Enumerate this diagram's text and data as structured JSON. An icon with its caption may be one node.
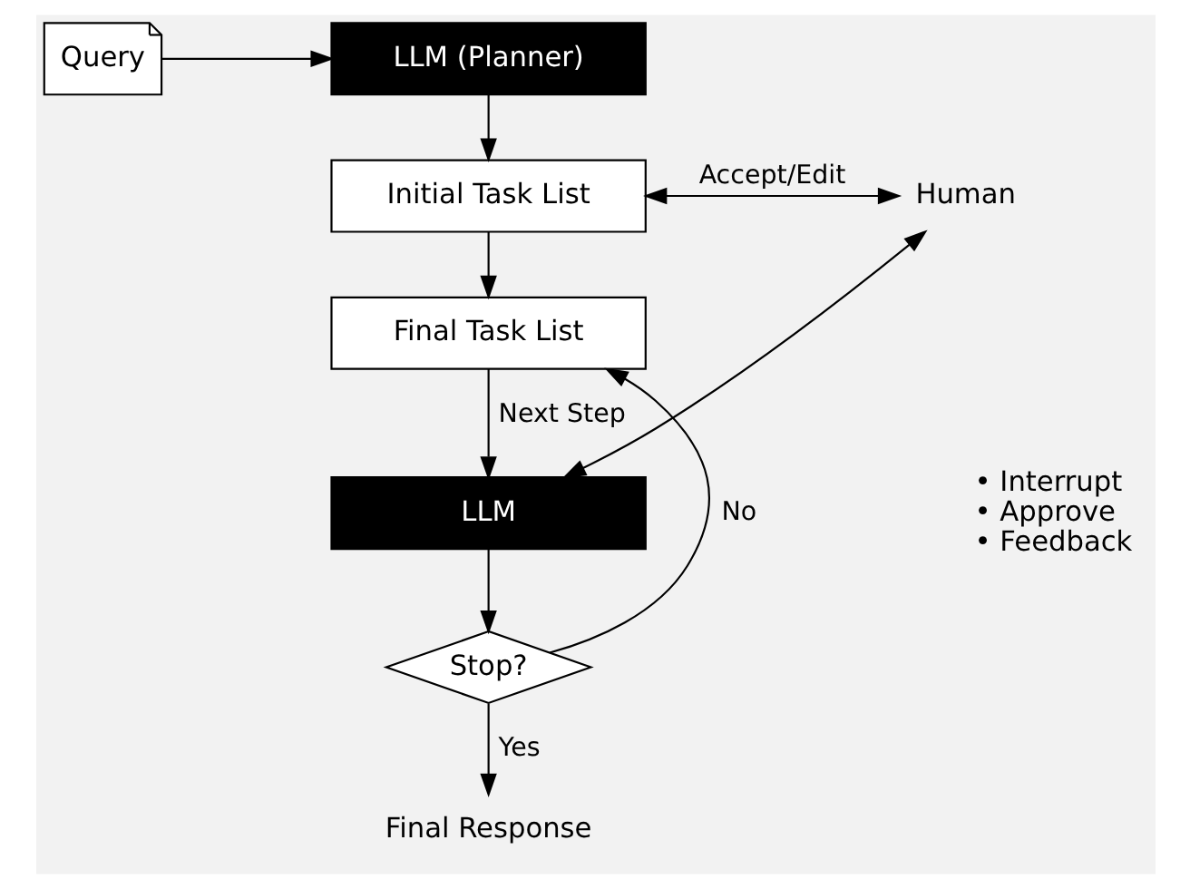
{
  "diagram": {
    "nodes": [
      {
        "text": [
          "Query"
        ]
      },
      {
        "text": [
          "LLM (Planner)"
        ]
      },
      {
        "text": [
          "Initial Task List"
        ]
      },
      {
        "text": [
          "Human"
        ]
      },
      {
        "text": [
          "Final Task List"
        ]
      },
      {
        "text": [
          "LLM"
        ]
      },
      {
        "text": [
          "Stop?"
        ]
      },
      {
        "text": [
          "Final Response"
        ]
      }
    ],
    "edges": [
      {
        "from": 0,
        "to": 1,
        "arrow": "to"
      },
      {
        "from": 1,
        "to": 2,
        "arrow": "to"
      },
      {
        "from": 2,
        "to": 3,
        "arrow": "both",
        "label": "Accept/Edit"
      },
      {
        "from": 2,
        "to": 4,
        "arrow": "to"
      },
      {
        "from": 4,
        "to": 5,
        "arrow": "to",
        "label": "Next Step"
      },
      {
        "from": 5,
        "to": 3,
        "arrow": "both"
      },
      {
        "from": 5,
        "to": 6,
        "arrow": "to"
      },
      {
        "from": 6,
        "to": 4,
        "arrow": "to",
        "label": "No"
      },
      {
        "from": 6,
        "to": 7,
        "arrow": "to",
        "label": "Yes"
      }
    ],
    "labels": [
      "• Interrupt",
      "• Approve",
      "• Feedback"
    ]
  }
}
